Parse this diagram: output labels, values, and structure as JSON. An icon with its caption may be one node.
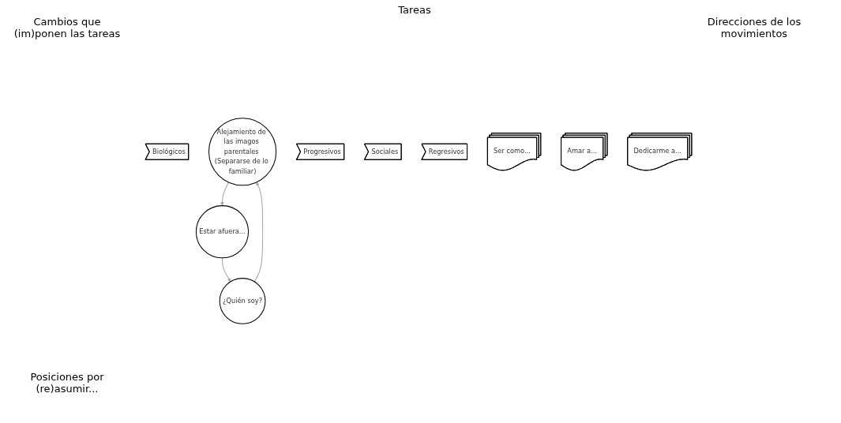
{
  "diagram": {
    "nodes": [
      {
        "text": [
          "Biológicos"
        ]
      },
      {
        "text": [
          "Alejamiento de las imagos parentales (Separarse de lo familiar)"
        ]
      },
      {
        "text": [
          "Progresivos"
        ]
      },
      {
        "text": [
          "Sociales"
        ]
      },
      {
        "text": [
          "¿Quién soy?"
        ]
      },
      {
        "text": [
          "Estar afuera..."
        ]
      },
      {
        "text": [
          "Regresivos"
        ]
      },
      {
        "text": [
          "Ser como..."
        ]
      },
      {
        "text": [
          "Amar a..."
        ]
      },
      {
        "text": [
          "Dedicarme a..."
        ]
      }
    ],
    "edges": [
      {
        "from": 1,
        "to": 5,
        "arrow": "to"
      },
      {
        "from": 5,
        "to": 4,
        "arrow": "to"
      },
      {
        "from": 4,
        "to": 1,
        "arrow": "to"
      }
    ],
    "labels": [
      "Cambios que (im)ponen las tareas",
      "Tareas",
      "Direcciones de los movimientos",
      "Posiciones por (re)asumir..."
    ]
  }
}
